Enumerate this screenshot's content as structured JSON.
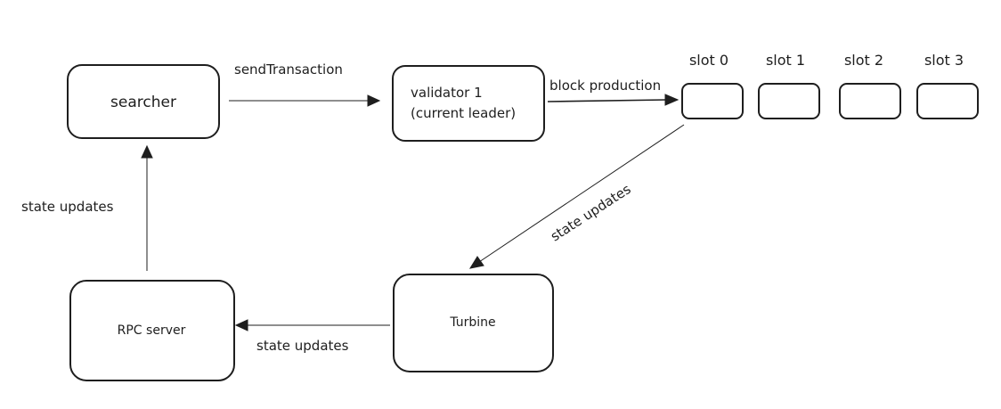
{
  "nodes": {
    "searcher": {
      "label": "searcher"
    },
    "validator": {
      "line1": "validator 1",
      "line2": "(current leader)"
    },
    "rpc_server": {
      "label": "RPC server"
    },
    "turbine": {
      "label": "Turbine"
    }
  },
  "slots": [
    {
      "label": "slot 0"
    },
    {
      "label": "slot 1"
    },
    {
      "label": "slot 2"
    },
    {
      "label": "slot 3"
    }
  ],
  "edges": {
    "send_transaction": {
      "label": "sendTransaction"
    },
    "block_production": {
      "label": "block production"
    },
    "slot_to_turbine": {
      "label": "state updates"
    },
    "turbine_to_rpc": {
      "label": "state updates"
    },
    "rpc_to_searcher": {
      "label": "state updates"
    }
  }
}
